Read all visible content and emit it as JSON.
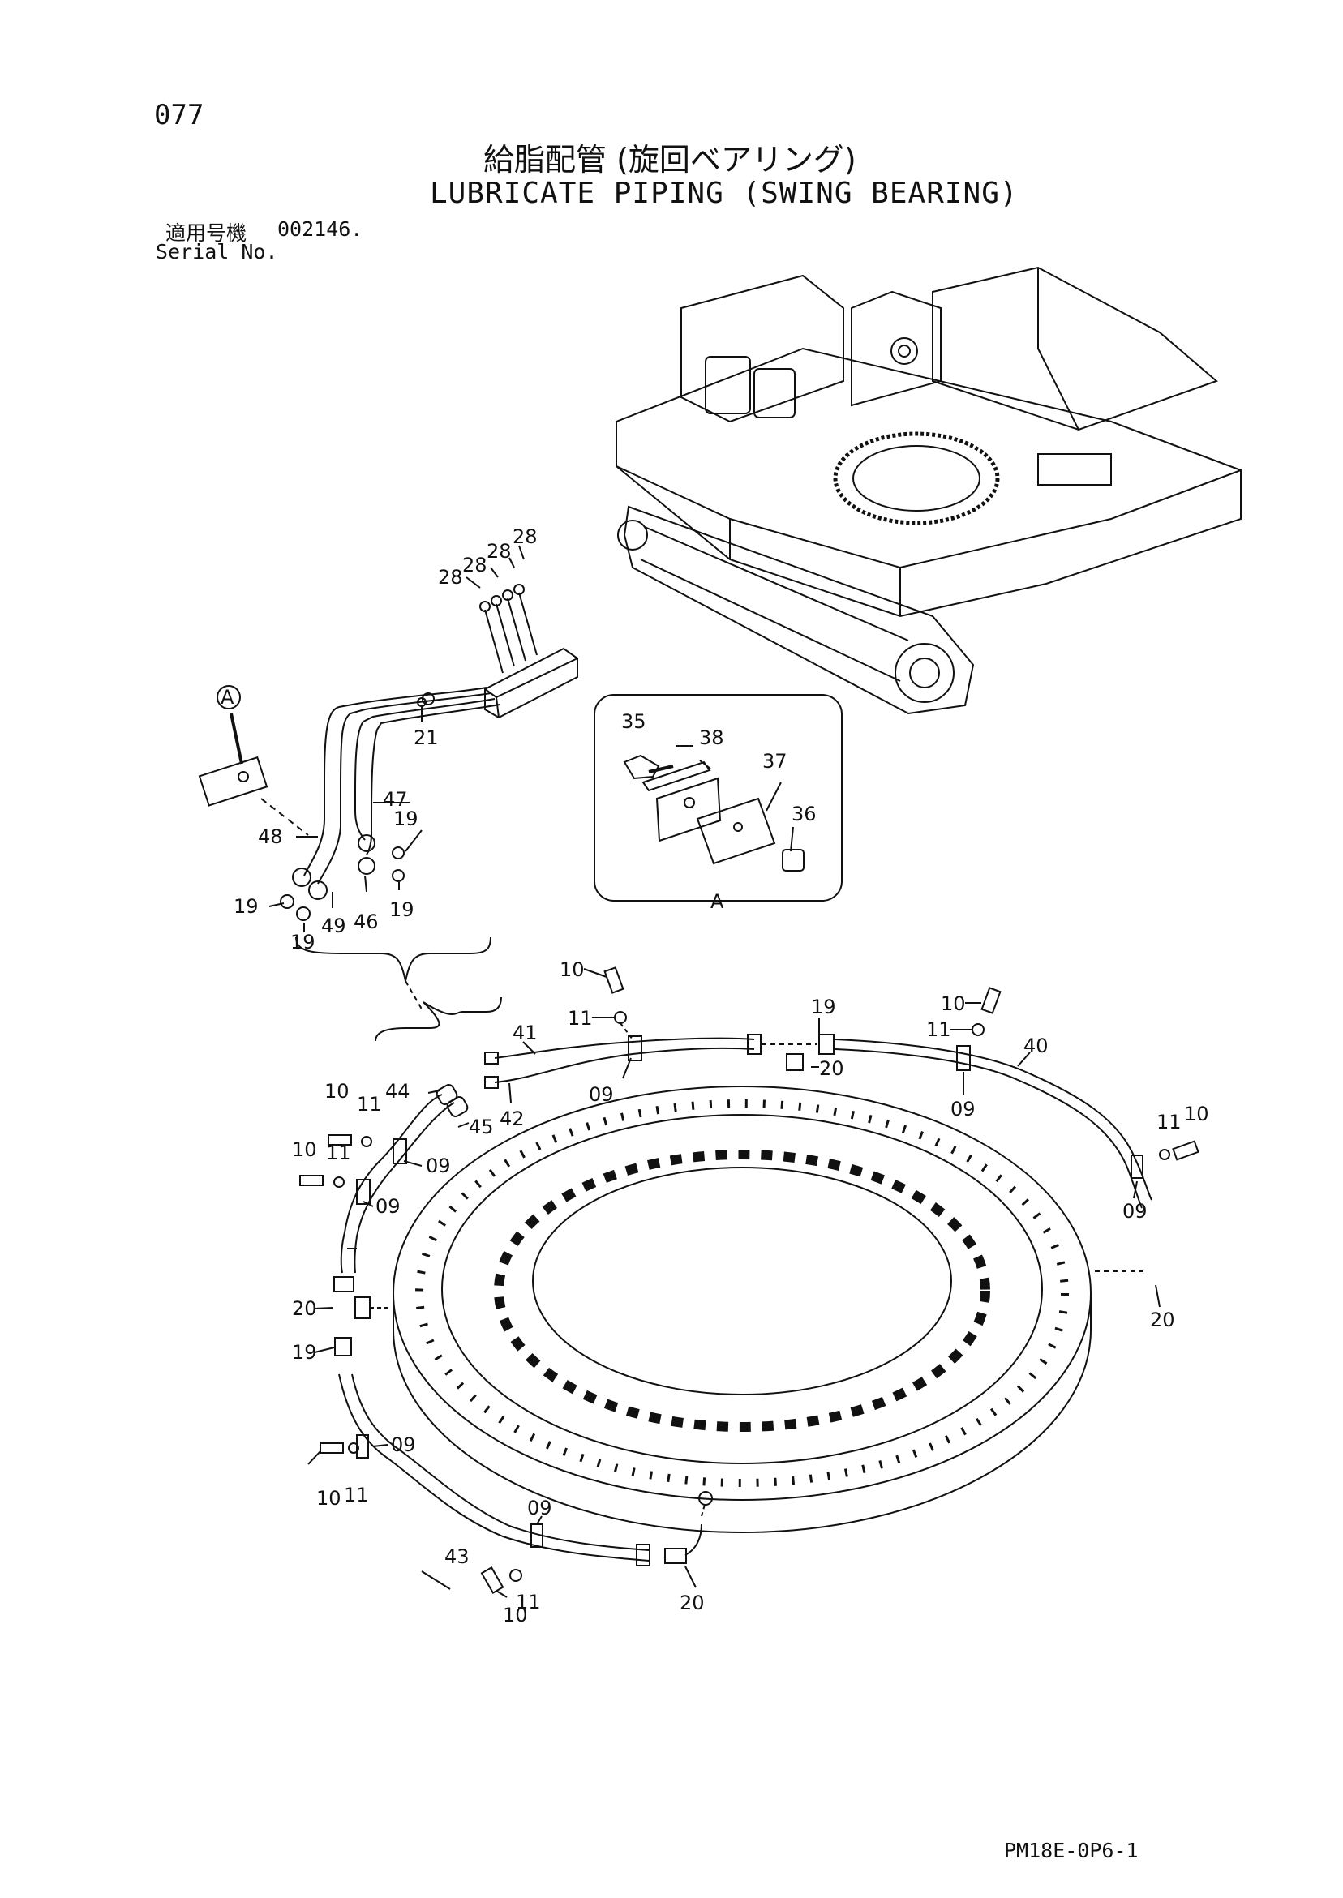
{
  "page": {
    "number": "077",
    "title_jp": "給脂配管 (旋回ベアリング)",
    "title_en": "LUBRICATE PIPING (SWING BEARING)",
    "serial_label_jp": "適用号機",
    "serial_value": "002146.",
    "serial_label_en": "Serial No.",
    "footer_code": "PM18E-0P6-1"
  },
  "callouts": {
    "c28": "28",
    "c21": "21",
    "cA": "A",
    "c47": "47",
    "c48": "48",
    "c19": "19",
    "c49": "49",
    "c46": "46",
    "c35": "35",
    "c38": "38",
    "c37": "37",
    "c36": "36",
    "c10": "10",
    "c11": "11",
    "c41": "41",
    "c42": "42",
    "c09": "09",
    "c20": "20",
    "c40": "40",
    "c44": "44",
    "c45": "45",
    "c43": "43"
  }
}
